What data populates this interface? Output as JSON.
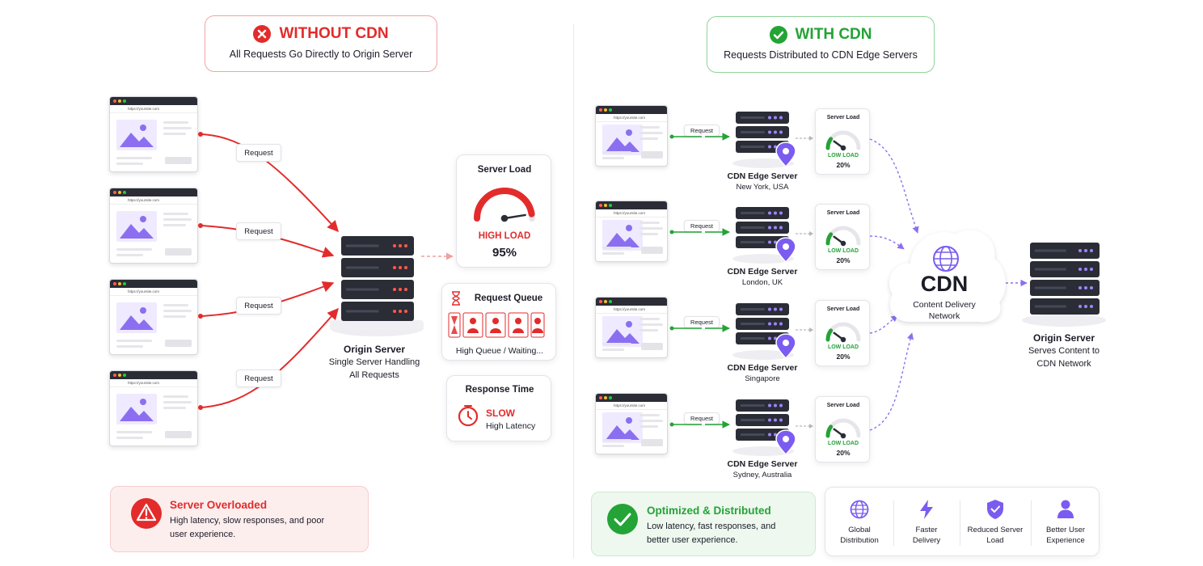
{
  "left": {
    "title": "WITHOUT CDN",
    "subtitle": "All Requests Go Directly to Origin Server",
    "browsers": [
      {
        "url": "https://yoursite.com",
        "request_label": "Request"
      },
      {
        "url": "https://yoursite.com",
        "request_label": "Request"
      },
      {
        "url": "https://yoursite.com",
        "request_label": "Request"
      },
      {
        "url": "https://yoursite.com",
        "request_label": "Request"
      }
    ],
    "origin_title": "Origin Server",
    "origin_desc_1": "Single Server Handling",
    "origin_desc_2": "All Requests",
    "server_load": {
      "title": "Server Load",
      "status": "HIGH LOAD",
      "value": "95%",
      "level": 0.95
    },
    "request_queue": {
      "title": "Request Queue",
      "status": "High Queue / Waiting..."
    },
    "response_time": {
      "title": "Response Time",
      "status": "SLOW",
      "desc": "High Latency"
    },
    "footer": {
      "title": "Server Overloaded",
      "line1": "High latency, slow responses, and poor",
      "line2": "user experience."
    }
  },
  "right": {
    "title": "WITH CDN",
    "subtitle": "Requests Distributed to CDN Edge Servers",
    "edges": [
      {
        "url": "https://yoursite.com",
        "request_label": "Request",
        "name": "CDN Edge Server",
        "location": "New York, USA",
        "load_title": "Server Load",
        "load_status": "LOW LOAD",
        "load_value": "20%",
        "level": 0.2
      },
      {
        "url": "https://yoursite.com",
        "request_label": "Request",
        "name": "CDN Edge Server",
        "location": "London, UK",
        "load_title": "Server Load",
        "load_status": "LOW LOAD",
        "load_value": "20%",
        "level": 0.2
      },
      {
        "url": "https://yoursite.com",
        "request_label": "Request",
        "name": "CDN Edge Server",
        "location": "Singapore",
        "load_title": "Server Load",
        "load_status": "LOW LOAD",
        "load_value": "20%",
        "level": 0.2
      },
      {
        "url": "https://yoursite.com",
        "request_label": "Request",
        "name": "CDN Edge Server",
        "location": "Sydney, Australia",
        "load_title": "Server Load",
        "load_status": "LOW LOAD",
        "load_value": "20%",
        "level": 0.2
      }
    ],
    "cdn": {
      "title": "CDN",
      "line1": "Content Delivery",
      "line2": "Network"
    },
    "origin": {
      "title": "Origin Server",
      "line1": "Serves Content to",
      "line2": "CDN Network"
    },
    "footer": {
      "title": "Optimized & Distributed",
      "line1": "Low latency, fast responses, and",
      "line2": "better user experience."
    },
    "benefits": [
      {
        "icon": "globe-icon",
        "line1": "Global",
        "line2": "Distribution"
      },
      {
        "icon": "lightning-icon",
        "line1": "Faster",
        "line2": "Delivery"
      },
      {
        "icon": "shield-icon",
        "line1": "Reduced Server",
        "line2": "Load"
      },
      {
        "icon": "user-icon",
        "line1": "Better User",
        "line2": "Experience"
      }
    ]
  },
  "colors": {
    "red": "#e32b2b",
    "green": "#24a336",
    "purple": "#7b5cf0",
    "dark": "#2b2d36"
  }
}
